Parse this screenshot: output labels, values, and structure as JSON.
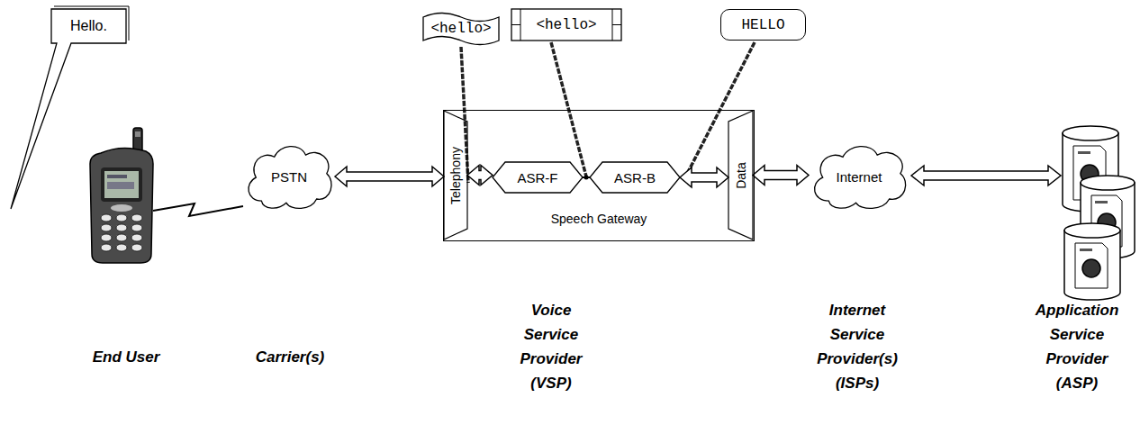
{
  "diagram": {
    "nodes": [
      {
        "text": [
          "Hello."
        ]
      },
      {
        "text": [
          "<hello>"
        ]
      },
      {
        "text": [
          "<hello>"
        ]
      },
      {
        "text": [
          "HELLO"
        ]
      },
      {
        "text": [
          "PSTN"
        ]
      },
      {
        "text": [
          "Speech Gateway"
        ]
      },
      {
        "text": [
          "Telephony"
        ],
        "in": 5
      },
      {
        "text": [
          "ASR-F"
        ],
        "in": 5
      },
      {
        "text": [
          "ASR-B"
        ],
        "in": 5
      },
      {
        "text": [
          "Data"
        ],
        "in": 5
      },
      {
        "text": [
          "Internet"
        ]
      }
    ],
    "edges": [
      {
        "from": 4,
        "to": 6,
        "arrow": "both"
      },
      {
        "from": 6,
        "to": 7,
        "arrow": "both"
      },
      {
        "from": 7,
        "to": 8,
        "arrow": "none"
      },
      {
        "from": 8,
        "to": 9,
        "arrow": "both"
      },
      {
        "from": 9,
        "to": 10,
        "arrow": "both"
      }
    ],
    "labels": [
      "End User",
      "Carrier(s)",
      "Voice Service Provider (VSP)",
      "Internet Service Provider(s) (ISPs)",
      "Application Service Provider (ASP)"
    ]
  }
}
